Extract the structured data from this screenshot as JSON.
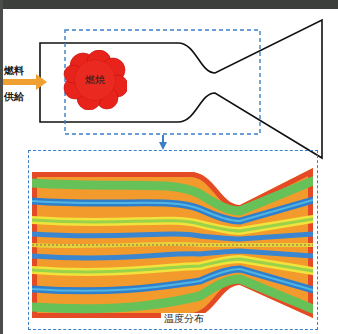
{
  "diagram": {
    "nodes": [
      {
        "text": [
          "燃焼"
        ]
      },
      {
        "text": [
          "温度分布"
        ]
      }
    ],
    "labels": [
      "燃料 供給"
    ]
  }
}
